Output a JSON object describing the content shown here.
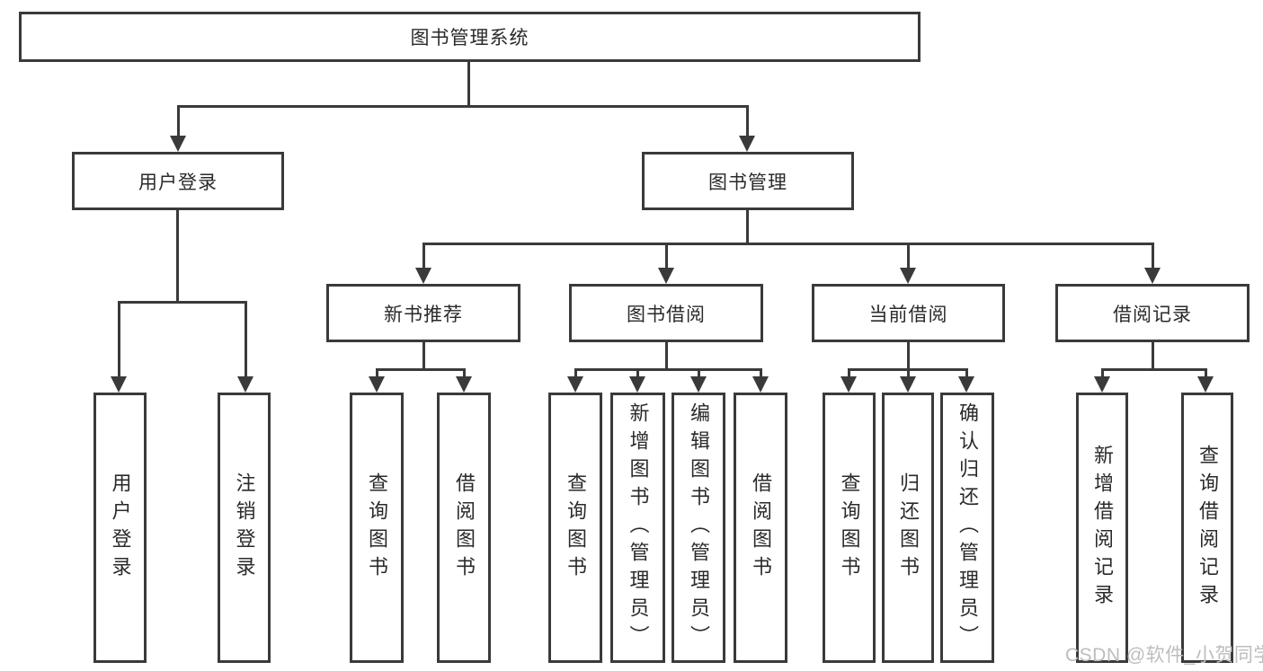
{
  "page": {
    "watermark": "CSDN @软件_小贺同学"
  },
  "colors": {
    "line": "#3a3a3a",
    "box_border": "#3a3a3a",
    "box_fill": "#ffffff",
    "text": "#2a2a2a",
    "watermark": "#bdbdbd",
    "background": "#ffffff"
  },
  "diagram_type": "hierarchy-tree",
  "tree": {
    "root": {
      "label": "图书管理系统",
      "children": [
        {
          "label": "用户登录",
          "children": [
            {
              "label": "用户登录"
            },
            {
              "label": "注销登录"
            }
          ]
        },
        {
          "label": "图书管理",
          "children": [
            {
              "label": "新书推荐",
              "children": [
                {
                  "label": "查询图书"
                },
                {
                  "label": "借阅图书"
                }
              ]
            },
            {
              "label": "图书借阅",
              "children": [
                {
                  "label": "查询图书"
                },
                {
                  "label": "新增图书（管理员）"
                },
                {
                  "label": "编辑图书（管理员）"
                },
                {
                  "label": "借阅图书"
                }
              ]
            },
            {
              "label": "当前借阅",
              "children": [
                {
                  "label": "查询图书"
                },
                {
                  "label": "归还图书"
                },
                {
                  "label": "确认归还（管理员）"
                }
              ]
            },
            {
              "label": "借阅记录",
              "children": [
                {
                  "label": "新增借阅记录"
                },
                {
                  "label": "查询借阅记录"
                }
              ]
            }
          ]
        }
      ]
    }
  }
}
